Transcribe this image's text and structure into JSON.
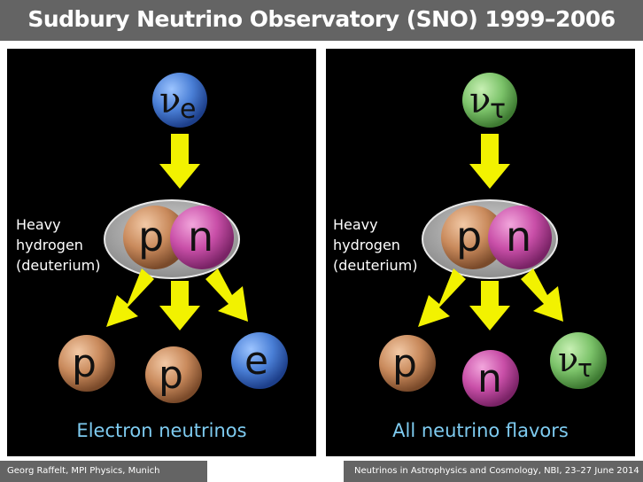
{
  "slide": {
    "title": "Sudbury Neutrino Observatory (SNO) 1999–2006"
  },
  "left_panel": {
    "incoming": {
      "symbol": "ν",
      "subscript": "e",
      "color": "#4a7fd6"
    },
    "nucleus": {
      "proton": "p",
      "neutron": "n"
    },
    "label_lines": [
      "Heavy",
      "hydrogen",
      "(deuterium)"
    ],
    "products": [
      {
        "symbol": "p",
        "color": "#c98a5c"
      },
      {
        "symbol": "p",
        "color": "#c98a5c"
      },
      {
        "symbol": "e",
        "color": "#4a7fd6"
      }
    ],
    "caption": "Electron neutrinos"
  },
  "right_panel": {
    "incoming": {
      "symbol": "ν",
      "subscript": "τ",
      "color": "#7cc36a"
    },
    "nucleus": {
      "proton": "p",
      "neutron": "n"
    },
    "label_lines": [
      "Heavy",
      "hydrogen",
      "(deuterium)"
    ],
    "products": [
      {
        "symbol": "p",
        "color": "#c98a5c"
      },
      {
        "symbol": "n",
        "color": "#c94fa8"
      },
      {
        "symbol": "ν",
        "subscript": "τ",
        "color": "#7cc36a"
      }
    ],
    "caption": "All neutrino flavors"
  },
  "colors": {
    "arrow": "#f2f200",
    "caption": "#7ecbf0",
    "proton": "#c98a5c",
    "neutron": "#c94fa8",
    "nucleus_halo": "#b8b8b8"
  },
  "footer": {
    "left": "Georg Raffelt, MPI Physics, Munich",
    "right": "Neutrinos in Astrophysics and Cosmology, NBI, 23–27 June 2014"
  }
}
